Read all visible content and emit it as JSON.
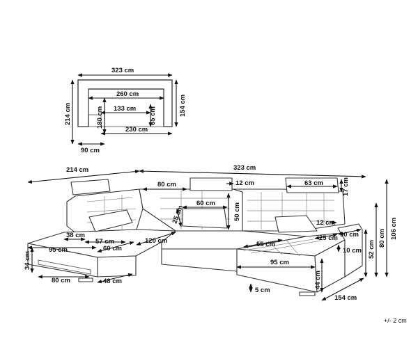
{
  "plan": {
    "overall_width": "323 cm",
    "inner_width": "260 cm",
    "middle_width": "133 cm",
    "bottom_width": "230 cm",
    "left_height": "214 cm",
    "right_height": "154 cm",
    "inner_left_height": "180 cm",
    "inner_right_height": "65 cm",
    "arm_width": "90 cm"
  },
  "sofa": {
    "left_length": "214 cm",
    "total_length": "323 cm",
    "back_section": "80 cm",
    "back_top": "12 cm",
    "headrest_width": "63 cm",
    "headrest_height": "17 cm",
    "cushion_width": "60 cm",
    "cushion_height": "50 cm",
    "cushion_slant": "25 cm",
    "total_height": "106 cm",
    "back_height": "80 cm",
    "seat_height": "52 cm",
    "arm_top": "12 cm",
    "left_arm": "38 cm",
    "left_seat": "57 cm",
    "chaise_width": "95 cm",
    "chaise_inner": "60 cm",
    "center_seat": "120 cm",
    "right_seat": "55 cm",
    "right_arm_inner": "25 cm",
    "right_arm": "90 cm",
    "right_arm_step": "10 cm",
    "left_chaise_height": "34 cm",
    "left_base_width": "80 cm",
    "left_base_depth": "48 cm",
    "right_chaise_width": "95 cm",
    "right_chaise_height": "44 cm",
    "leg_height": "5 cm",
    "right_depth": "154 cm"
  },
  "tolerance": "+/- 2 cm"
}
